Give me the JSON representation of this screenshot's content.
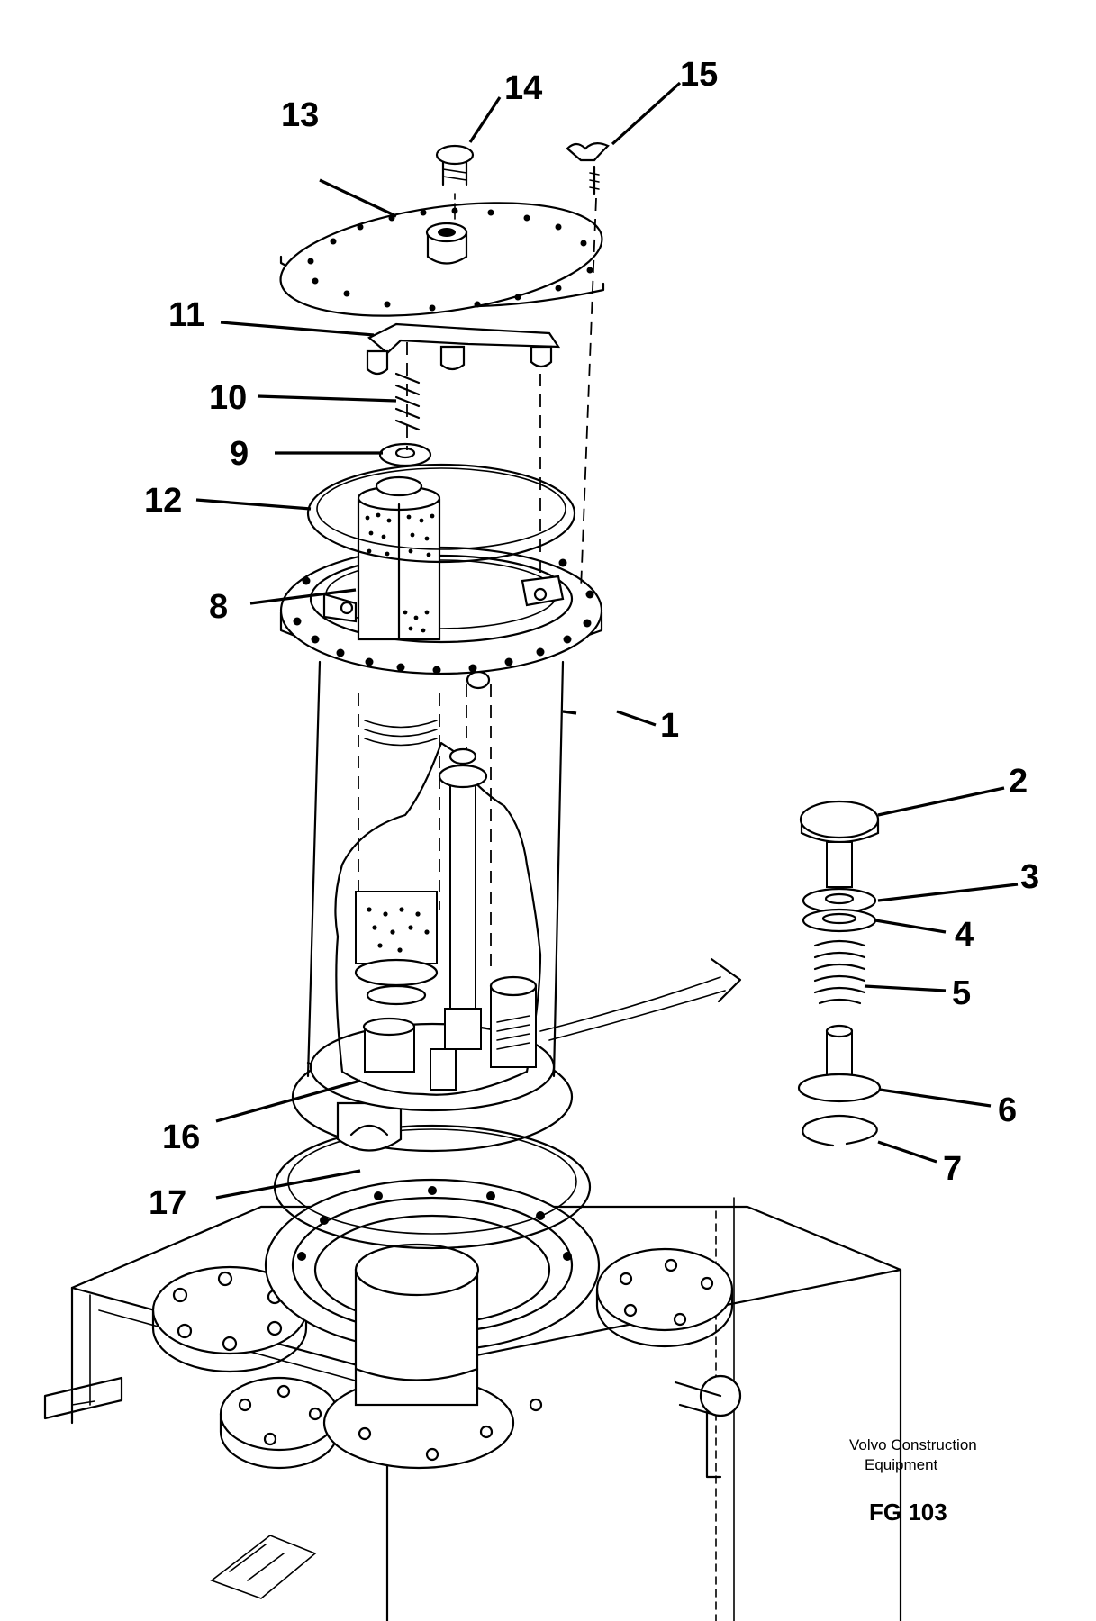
{
  "callouts": [
    {
      "number": "1",
      "part": "tank-body"
    },
    {
      "number": "2",
      "part": "valve-cap"
    },
    {
      "number": "3",
      "part": "washer"
    },
    {
      "number": "4",
      "part": "seal-ring"
    },
    {
      "number": "5",
      "part": "valve-spring"
    },
    {
      "number": "6",
      "part": "valve-piston"
    },
    {
      "number": "7",
      "part": "snap-ring"
    },
    {
      "number": "8",
      "part": "filter-element"
    },
    {
      "number": "9",
      "part": "filter-washer"
    },
    {
      "number": "10",
      "part": "filter-spring"
    },
    {
      "number": "11",
      "part": "retainer-bracket"
    },
    {
      "number": "12",
      "part": "upper-gasket"
    },
    {
      "number": "13",
      "part": "cover-plate"
    },
    {
      "number": "14",
      "part": "breather-plug"
    },
    {
      "number": "15",
      "part": "wing-bolt"
    },
    {
      "number": "16",
      "part": "outlet-valve"
    },
    {
      "number": "17",
      "part": "lower-gasket"
    }
  ],
  "footer": {
    "maker_line1": "Volvo Construction",
    "maker_line2": "Equipment",
    "figure_code": "FG 103"
  }
}
